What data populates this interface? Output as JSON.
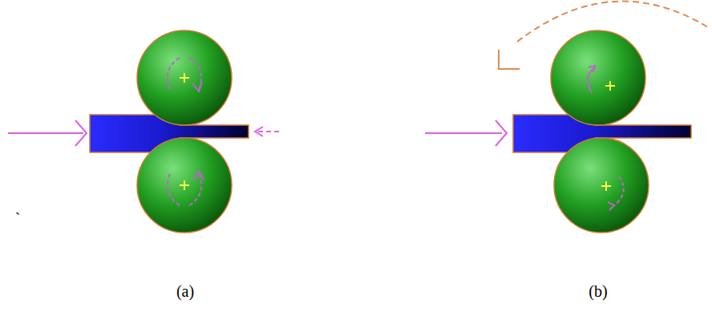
{
  "diagram": {
    "labels": [
      "`",
      "(a)",
      "(b)"
    ]
  }
}
